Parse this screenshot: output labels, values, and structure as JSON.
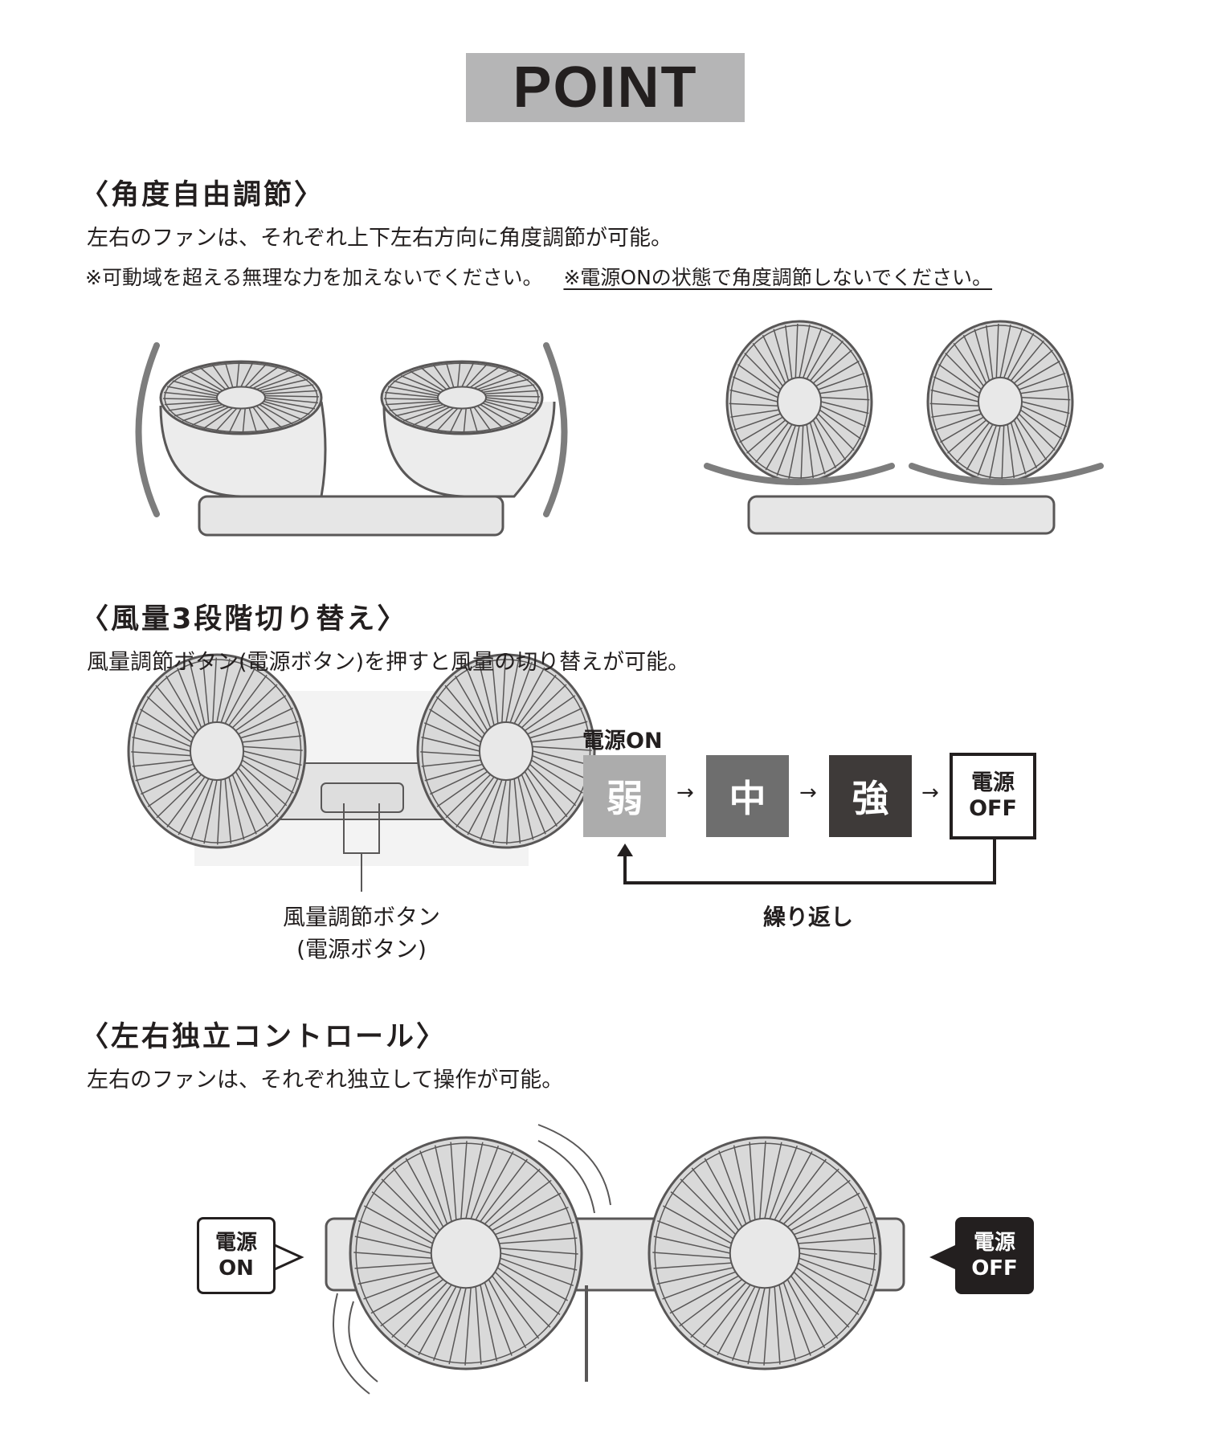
{
  "title": "POINT",
  "sections": [
    {
      "heading": "〈角度自由調節〉",
      "text": "左右のファンは、それぞれ上下左右方向に角度調節が可能。",
      "note": "※可動域を超える無理な力を加えないでください。",
      "note_underlined": "※電源ONの状態で角度調節しないでください。"
    },
    {
      "heading": "〈風量3段階切り替え〉",
      "text": "風量調節ボタン(電源ボタン)を押すと風量の切り替えが可能。",
      "button_caption_1": "風量調節ボタン",
      "button_caption_2": "(電源ボタン)",
      "flow": {
        "start_label": "電源ON",
        "steps": [
          {
            "label": "弱",
            "color": "#acacac"
          },
          {
            "label": "中",
            "color": "#6e6e6e"
          },
          {
            "label": "強",
            "color": "#3e3a39"
          }
        ],
        "off_line1": "電源",
        "off_line2": "OFF",
        "arrow": "→",
        "repeat_label": "繰り返し"
      }
    },
    {
      "heading": "〈左右独立コントロール〉",
      "text": "左右のファンは、それぞれ独立して操作が可能。",
      "left_callout": {
        "line1": "電源",
        "line2": "ON"
      },
      "right_callout": {
        "line1": "電源",
        "line2": "OFF"
      }
    }
  ],
  "colors": {
    "ink": "#231f1f",
    "fan_fill": "#d9d9d9",
    "fan_line": "#595757",
    "title_bg": "#b5b5b6"
  }
}
